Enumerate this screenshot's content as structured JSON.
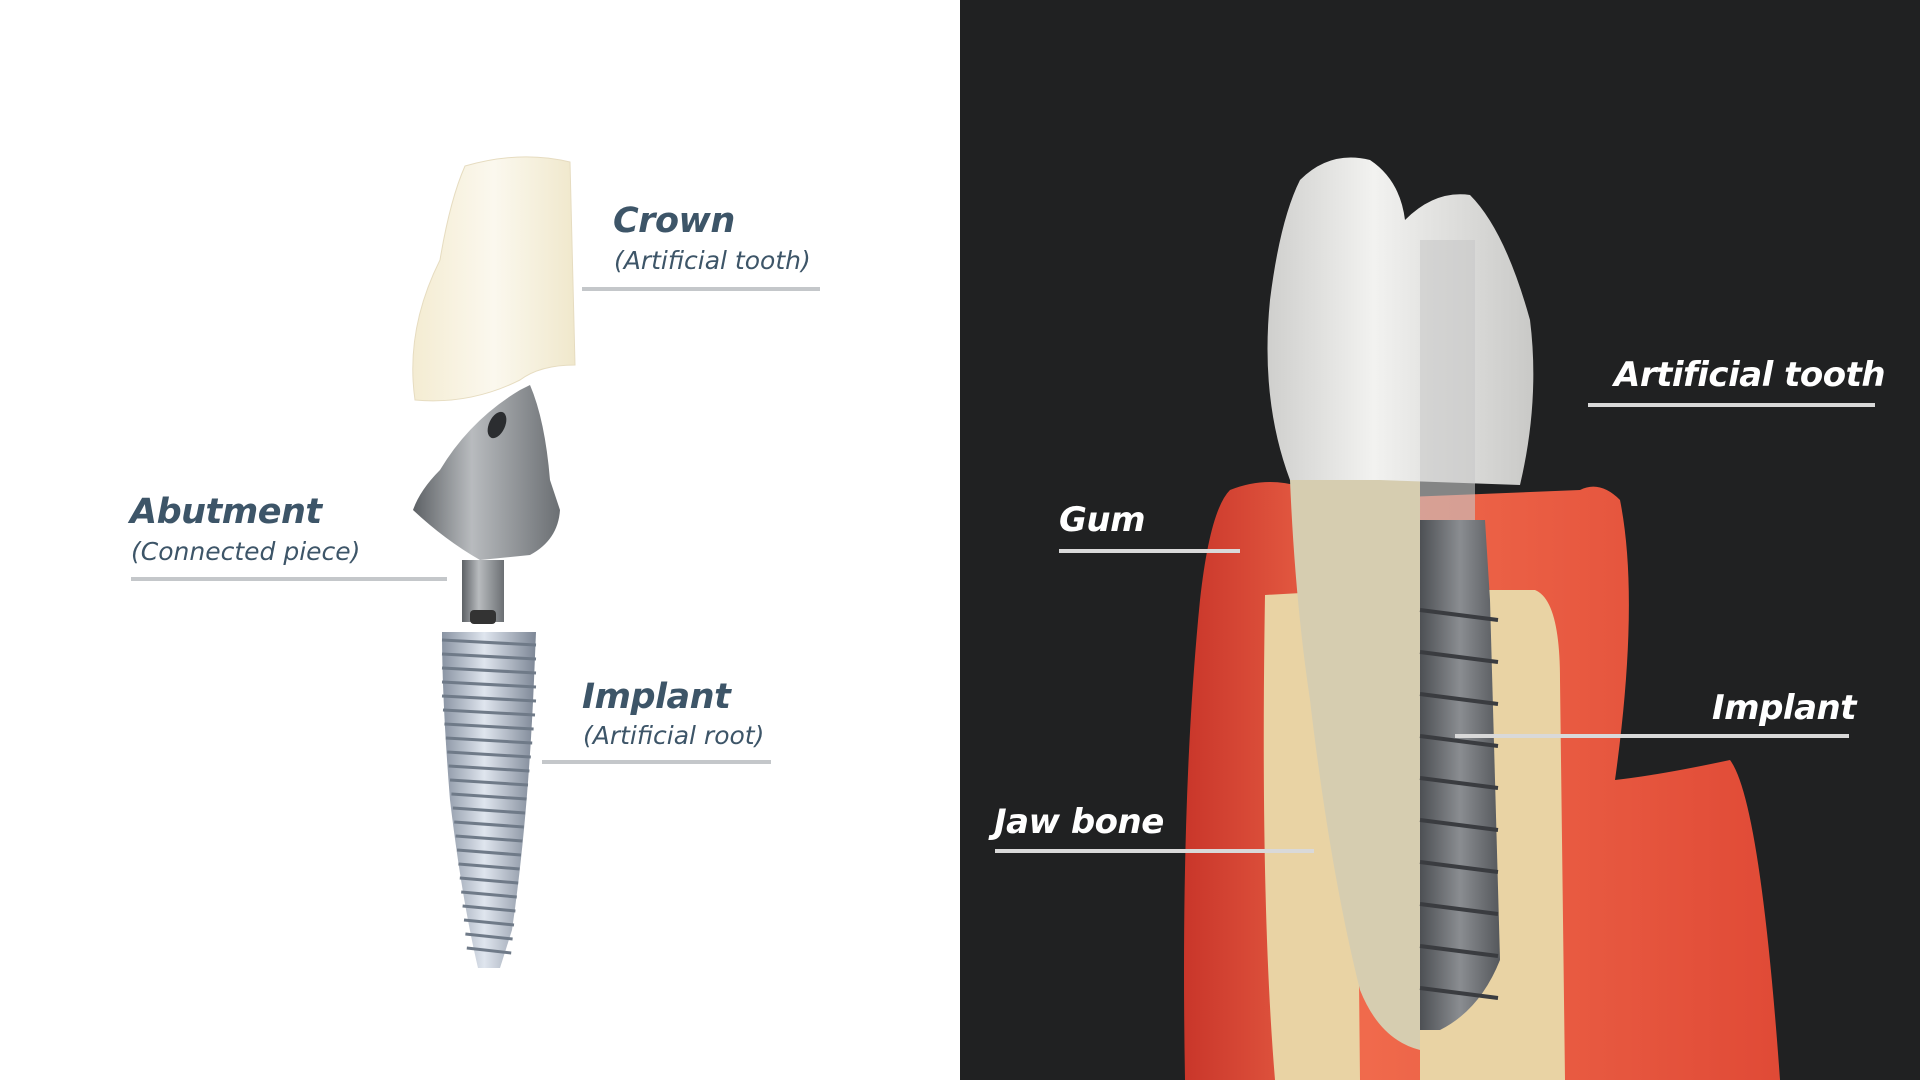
{
  "left_panel": {
    "labels": [
      {
        "title": "Crown",
        "subtitle": "(Artificial tooth)"
      },
      {
        "title": "Abutment",
        "subtitle": "(Connected piece)"
      },
      {
        "title": "Implant",
        "subtitle": "(Artificial root)"
      }
    ]
  },
  "right_panel": {
    "labels": [
      "Artificial tooth",
      "Gum",
      "Implant",
      "Jaw bone"
    ]
  },
  "colors": {
    "label_left": "#3d5568",
    "dark_background": "#202122",
    "gum": "#e8503a",
    "bone": "#e9d3a4",
    "metal": "#8d9196"
  }
}
